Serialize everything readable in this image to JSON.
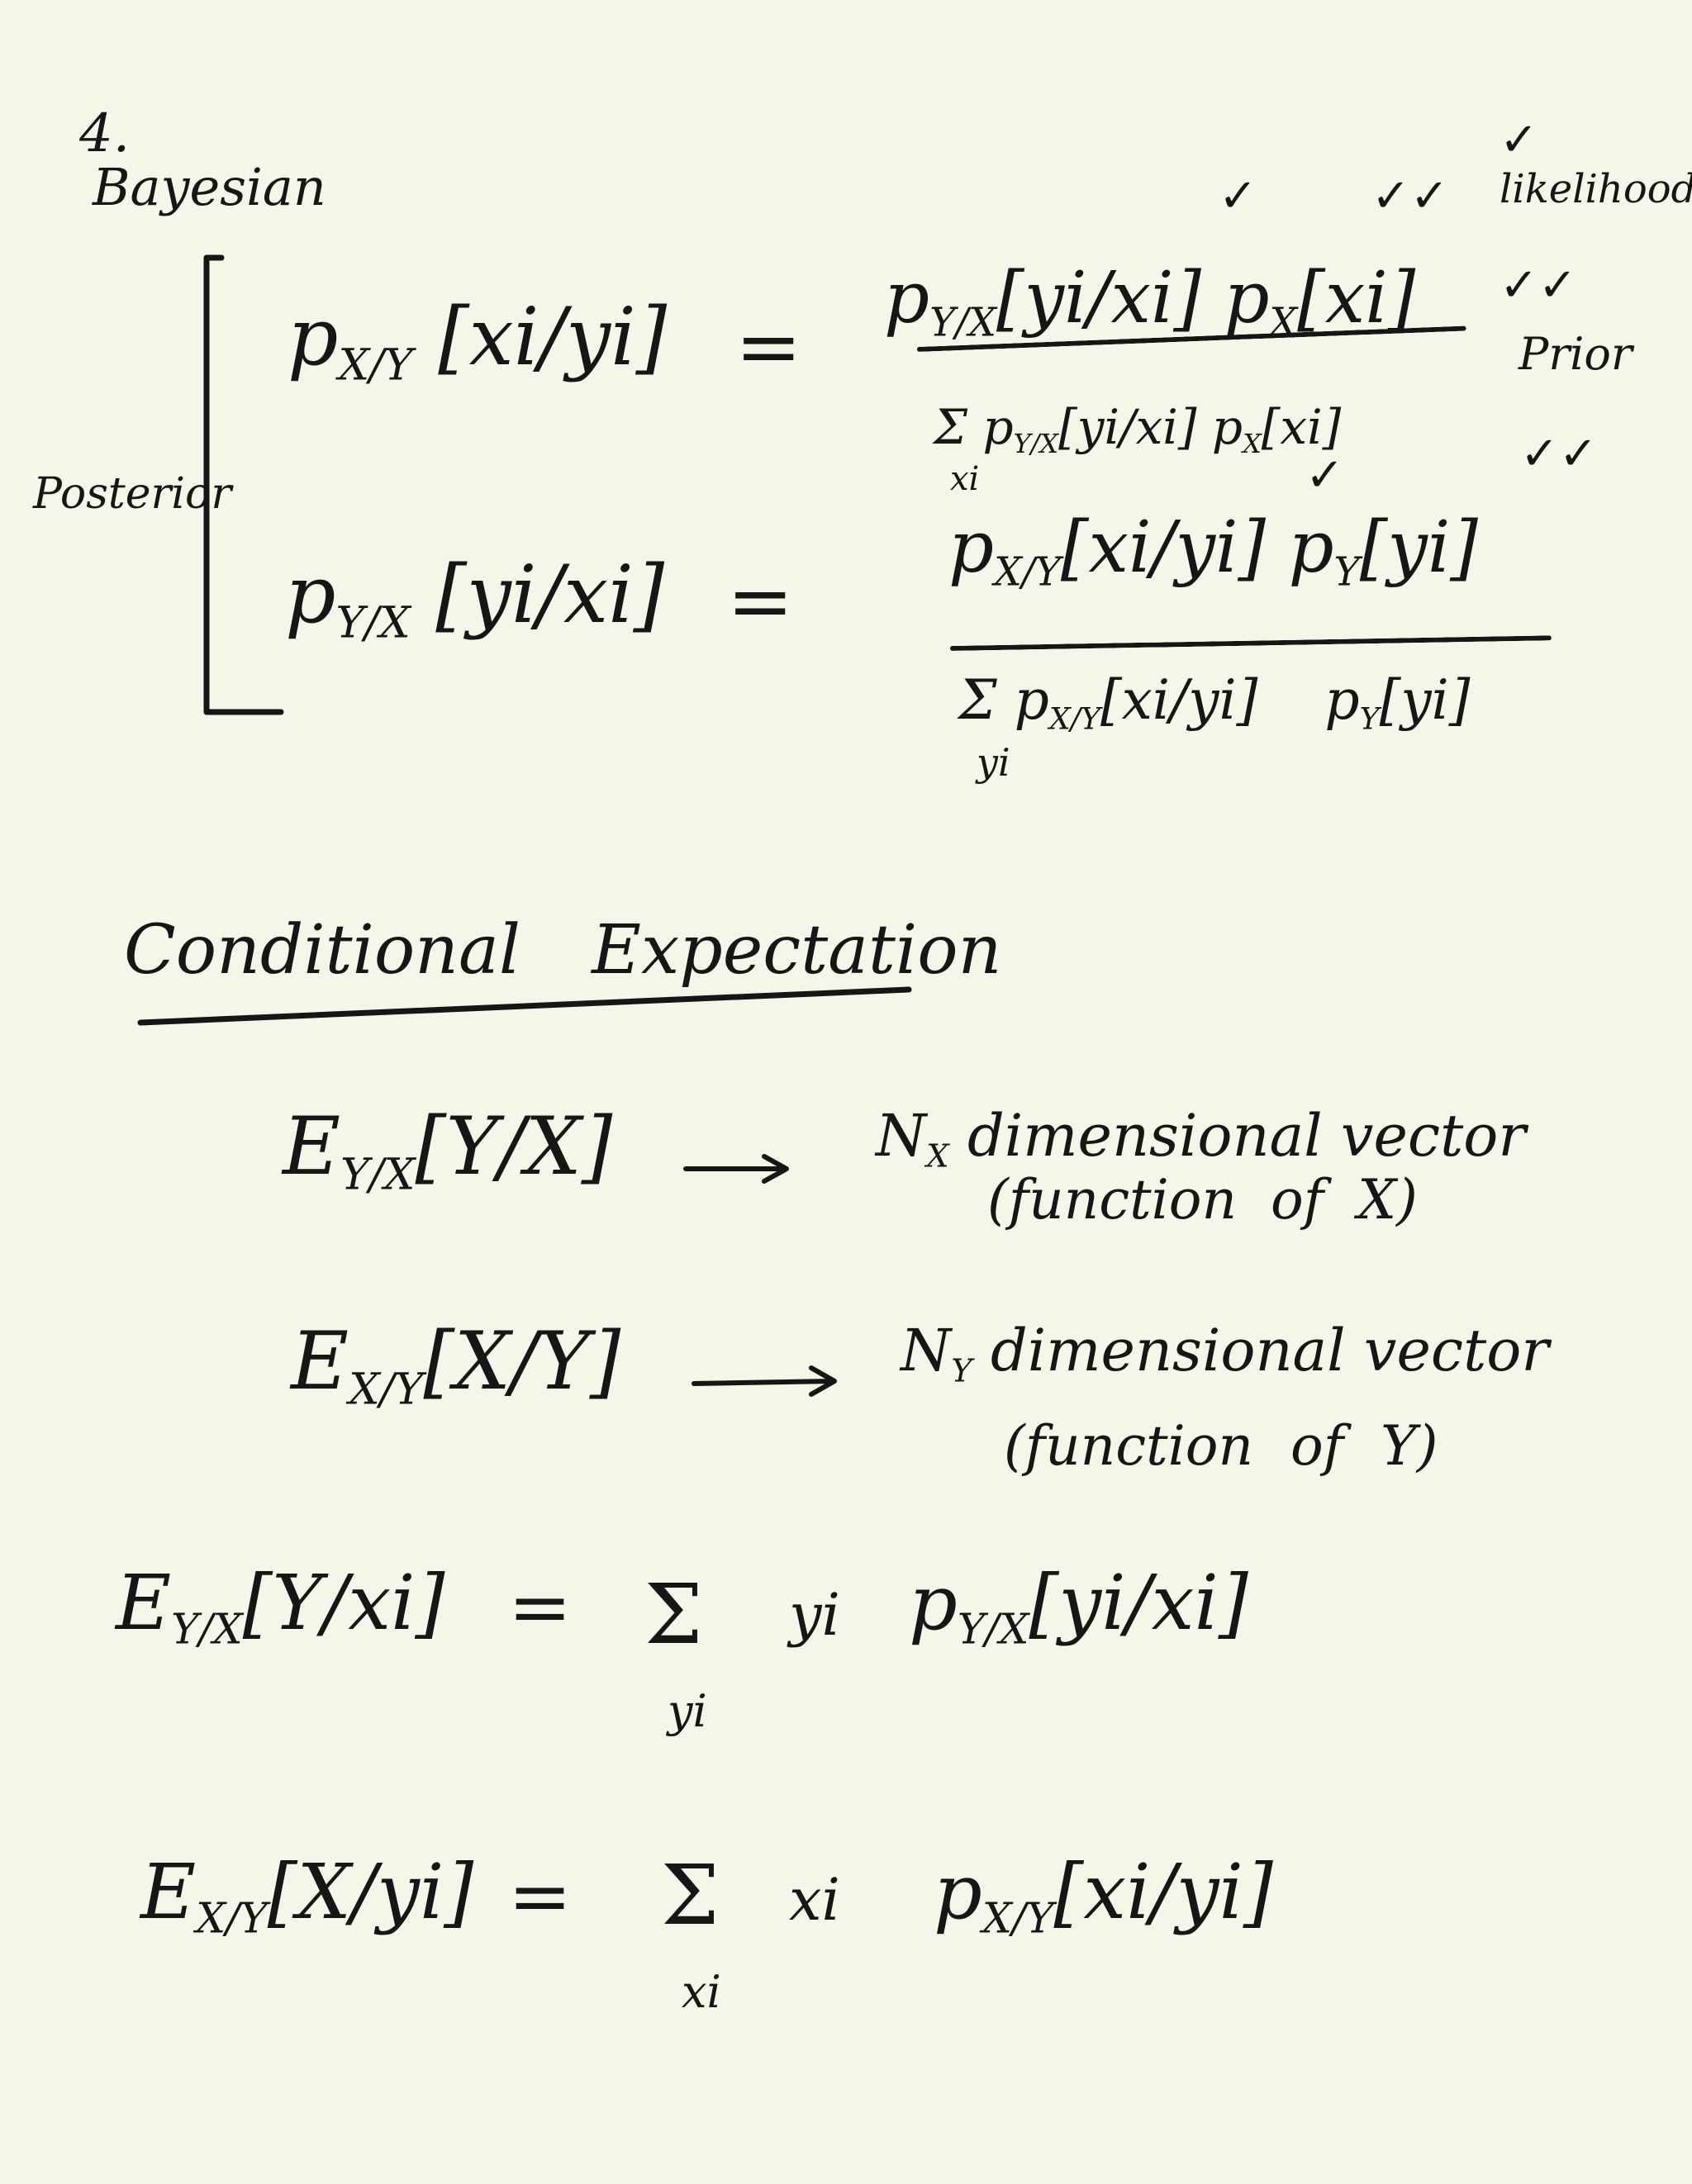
{
  "header": {
    "number": "4.",
    "topic": "Bayesian"
  },
  "bayes": {
    "side_label": "Posterior",
    "eq1": {
      "lhs": "p",
      "lhs_sub": "X/Y",
      "lhs_arg": "[xi/yi]",
      "equals": "=",
      "num_p1": "p",
      "num_p1_sub": "Y/X",
      "num_p1_arg": "[yi/xi]",
      "num_p2": "p",
      "num_p2_sub": "X",
      "num_p2_arg": "[xi]",
      "den_sum": "Σ",
      "den_sum_idx": "xi",
      "den_p1": "p",
      "den_p1_sub": "Y/X",
      "den_p1_arg": "[yi/xi]",
      "den_p2": "p",
      "den_p2_sub": "X",
      "den_p2_arg": "[xi]"
    },
    "eq2": {
      "lhs": "p",
      "lhs_sub": "Y/X",
      "lhs_arg": "[yi/xi]",
      "equals": "=",
      "num_p1": "p",
      "num_p1_sub": "X/Y",
      "num_p1_arg": "[xi/yi]",
      "num_p2": "p",
      "num_p2_sub": "Y",
      "num_p2_arg": "[yi]",
      "den_sum": "Σ",
      "den_sum_idx": "yi",
      "den_p1": "p",
      "den_p1_sub": "X/Y",
      "den_p1_arg": "[xi/yi]",
      "den_p2": "p",
      "den_p2_sub": "Y",
      "den_p2_arg": "[yi]"
    },
    "annotations": {
      "likelihood": "likelihood",
      "prior": "Prior",
      "check_single": "✓",
      "check_double": "✓✓"
    }
  },
  "conditional": {
    "heading": "Conditional Expectation",
    "row1": {
      "expr": "E",
      "expr_sub": "Y/X",
      "expr_arg": "[Y/X]",
      "arrow": "⟶",
      "desc_line1": "N",
      "desc_line1_sub": "X",
      "desc_line1_rest": "dimensional vector",
      "desc_line2": "(function of X)"
    },
    "row2": {
      "expr": "E",
      "expr_sub": "X/Y",
      "expr_arg": "[X/Y]",
      "arrow": "⟶",
      "desc_line1": "N",
      "desc_line1_sub": "Y",
      "desc_line1_rest": "dimensional vector",
      "desc_line2": "(function of Y)"
    },
    "formula1": {
      "lhs": "E",
      "lhs_sub": "Y/X",
      "lhs_arg": "[Y/xi]",
      "equals": "=",
      "sum": "Σ",
      "sum_idx": "yi",
      "term": "yi",
      "p": "p",
      "p_sub": "Y/X",
      "p_arg": "[yi/xi]"
    },
    "formula2": {
      "lhs": "E",
      "lhs_sub": "X/Y",
      "lhs_arg": "[X/yi]",
      "equals": "=",
      "sum": "Σ",
      "sum_idx": "xi",
      "term": "xi",
      "p": "p",
      "p_sub": "X/Y",
      "p_arg": "[xi/yi]"
    }
  }
}
